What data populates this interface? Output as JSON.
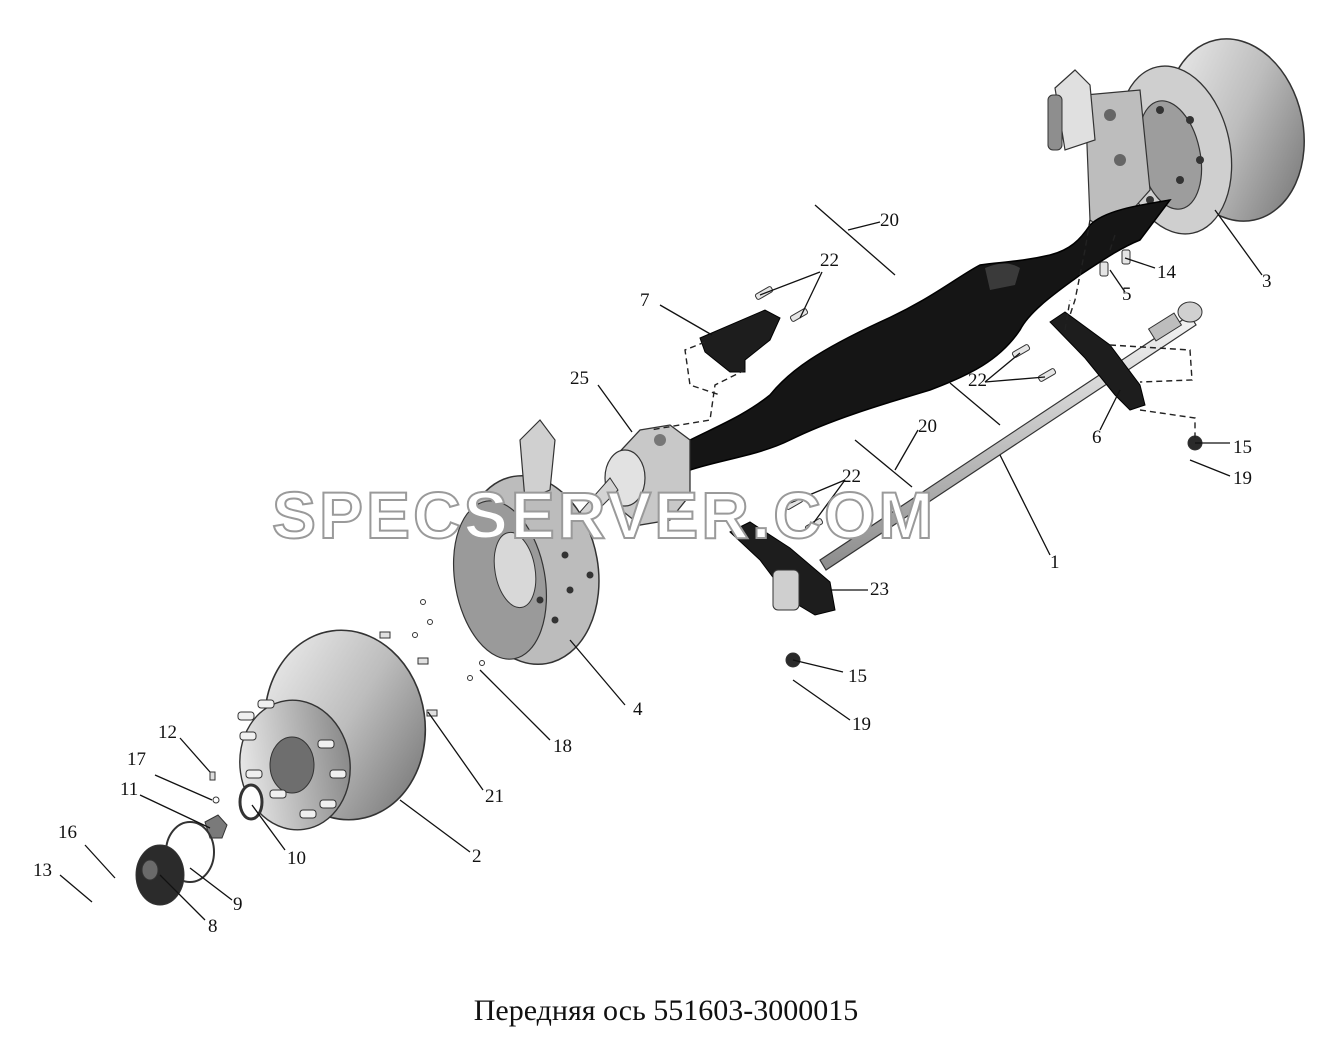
{
  "title": "Передняя ось 551603-3000015",
  "watermark": "SPECSERVER.COM",
  "callouts": [
    "1",
    "2",
    "3",
    "4",
    "5",
    "6",
    "7",
    "8",
    "9",
    "10",
    "11",
    "12",
    "13",
    "14",
    "15",
    "15",
    "16",
    "17",
    "18",
    "19",
    "19",
    "20",
    "20",
    "21",
    "22",
    "22",
    "22",
    "23",
    "25"
  ],
  "colors": {
    "ink": "#111111",
    "axle_beam": "#151515",
    "metal_light": "#d6d6d6",
    "metal_mid": "#a9a9a9",
    "metal_dark": "#5a5a5a"
  }
}
